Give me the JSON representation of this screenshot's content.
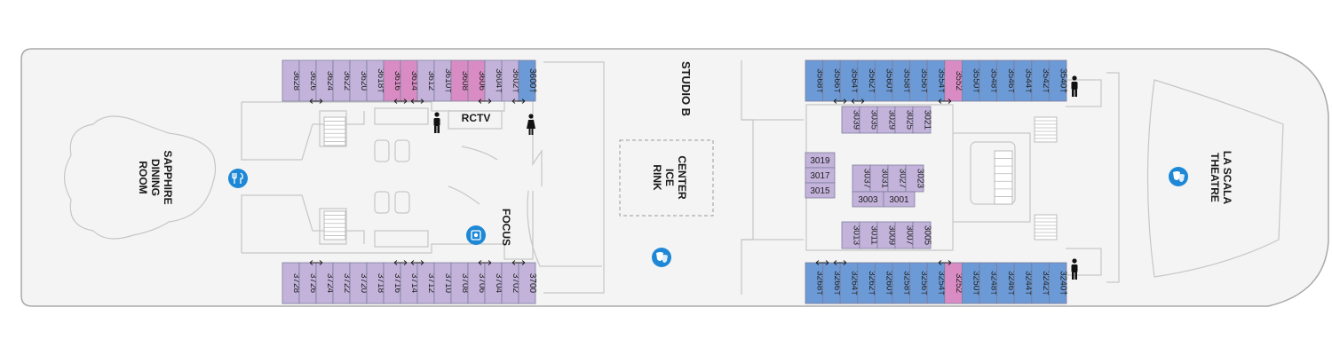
{
  "labels": {
    "dining": [
      "SAPPHIRE",
      "DINING",
      "ROOM"
    ],
    "focus": "FOCUS",
    "rctv": "RCTV",
    "studio": "STUDIO B",
    "rink": [
      "CENTER",
      "ICE",
      "RINK"
    ],
    "theatre": [
      "LA SCALA",
      "THEATRE"
    ]
  },
  "icons": [
    "dining-icon",
    "focus-icon",
    "theatre-masks-icon",
    "theatre-masks-icon",
    "restroom-man-icon",
    "restroom-woman-icon",
    "restroom-man-icon",
    "restroom-man-icon",
    "connecting-arrow-icon"
  ],
  "colors": {
    "background": "#ffffff",
    "deck_fill": "#f4f4f4",
    "deck_stroke": "#a8a8a8",
    "inner_stroke": "#c6c6c6",
    "blue": "#6b9ad6",
    "lilac": "#c3b3db",
    "pink": "#d98cc4",
    "icon_blue": "#1e88d6"
  },
  "cabins": {
    "forward_top": [
      {
        "n": "3628",
        "c": "lilac"
      },
      {
        "n": "3626",
        "c": "lilac"
      },
      {
        "n": "3624",
        "c": "lilac"
      },
      {
        "n": "3622",
        "c": "lilac"
      },
      {
        "n": "3620",
        "c": "lilac"
      },
      {
        "n": "3618†",
        "c": "lilac"
      },
      {
        "n": "3616",
        "c": "pink"
      },
      {
        "n": "3614",
        "c": "pink"
      },
      {
        "n": "3612",
        "c": "lilac"
      },
      {
        "n": "3610†",
        "c": "lilac"
      },
      {
        "n": "3608",
        "c": "pink"
      },
      {
        "n": "3606",
        "c": "pink"
      },
      {
        "n": "3604†",
        "c": "lilac"
      },
      {
        "n": "3602†",
        "c": "lilac"
      },
      {
        "n": "3600†",
        "c": "blue"
      }
    ],
    "forward_bottom": [
      {
        "n": "3728",
        "c": "lilac"
      },
      {
        "n": "3726",
        "c": "lilac"
      },
      {
        "n": "3724",
        "c": "lilac"
      },
      {
        "n": "3722",
        "c": "lilac"
      },
      {
        "n": "3720",
        "c": "lilac"
      },
      {
        "n": "3718",
        "c": "lilac"
      },
      {
        "n": "3716",
        "c": "lilac"
      },
      {
        "n": "3714",
        "c": "lilac"
      },
      {
        "n": "3712",
        "c": "lilac"
      },
      {
        "n": "3710",
        "c": "lilac"
      },
      {
        "n": "3708",
        "c": "lilac"
      },
      {
        "n": "3706",
        "c": "lilac"
      },
      {
        "n": "3704",
        "c": "lilac"
      },
      {
        "n": "3702",
        "c": "lilac"
      },
      {
        "n": "3700",
        "c": "lilac"
      }
    ],
    "aft_top": [
      {
        "n": "3568†",
        "c": "blue"
      },
      {
        "n": "3566†",
        "c": "blue"
      },
      {
        "n": "3564†",
        "c": "blue"
      },
      {
        "n": "3562†",
        "c": "blue"
      },
      {
        "n": "3560†",
        "c": "blue"
      },
      {
        "n": "3558†",
        "c": "blue"
      },
      {
        "n": "3556†",
        "c": "blue"
      },
      {
        "n": "3554†",
        "c": "blue"
      },
      {
        "n": "3552",
        "c": "pink"
      },
      {
        "n": "3550†",
        "c": "blue"
      },
      {
        "n": "3548†",
        "c": "blue"
      },
      {
        "n": "3546†",
        "c": "blue"
      },
      {
        "n": "3544†",
        "c": "blue"
      },
      {
        "n": "3542†",
        "c": "blue"
      },
      {
        "n": "3540†",
        "c": "blue"
      }
    ],
    "aft_bottom": [
      {
        "n": "3268†",
        "c": "blue"
      },
      {
        "n": "3266†",
        "c": "blue"
      },
      {
        "n": "3264†",
        "c": "blue"
      },
      {
        "n": "3262†",
        "c": "blue"
      },
      {
        "n": "3260†",
        "c": "blue"
      },
      {
        "n": "3258†",
        "c": "blue"
      },
      {
        "n": "3256†",
        "c": "blue"
      },
      {
        "n": "3254†",
        "c": "blue"
      },
      {
        "n": "3252",
        "c": "pink"
      },
      {
        "n": "3250†",
        "c": "blue"
      },
      {
        "n": "3248†",
        "c": "blue"
      },
      {
        "n": "3246†",
        "c": "blue"
      },
      {
        "n": "3244†",
        "c": "blue"
      },
      {
        "n": "3242†",
        "c": "blue"
      },
      {
        "n": "3240†",
        "c": "blue"
      }
    ],
    "inside_a": [
      "3039",
      "3035",
      "3029",
      "3025",
      "3021"
    ],
    "inside_b": [
      "3037",
      "3031",
      "3027",
      "3023"
    ],
    "inside_c": [
      "3003",
      "3001"
    ],
    "inside_d": [
      "3013",
      "3011",
      "3009",
      "3007",
      "3005"
    ],
    "inside_stack": [
      "3019",
      "3017",
      "3015"
    ]
  }
}
